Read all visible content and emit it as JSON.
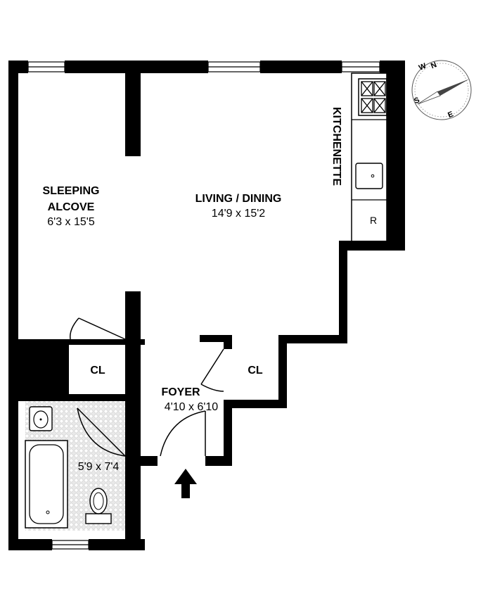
{
  "rooms": {
    "sleeping_alcove": {
      "name_line1": "SLEEPING",
      "name_line2": "ALCOVE",
      "dims": "6'3 x 15'5"
    },
    "living_dining": {
      "name": "LIVING / DINING",
      "dims": "14'9 x 15'2"
    },
    "kitchenette": {
      "name": "KITCHENETTE"
    },
    "foyer": {
      "name": "FOYER",
      "dims": "4'10 x 6'10"
    },
    "bath": {
      "dims": "5'9 x 7'4"
    },
    "closet_left": {
      "name": "CL"
    },
    "closet_right": {
      "name": "CL"
    }
  },
  "fixtures": {
    "refrigerator": "R"
  },
  "compass": {
    "n": "N",
    "e": "E",
    "s": "S",
    "w": "W"
  },
  "colors": {
    "wall": "#000000",
    "tile": "#e9e9e9",
    "background": "#ffffff"
  }
}
